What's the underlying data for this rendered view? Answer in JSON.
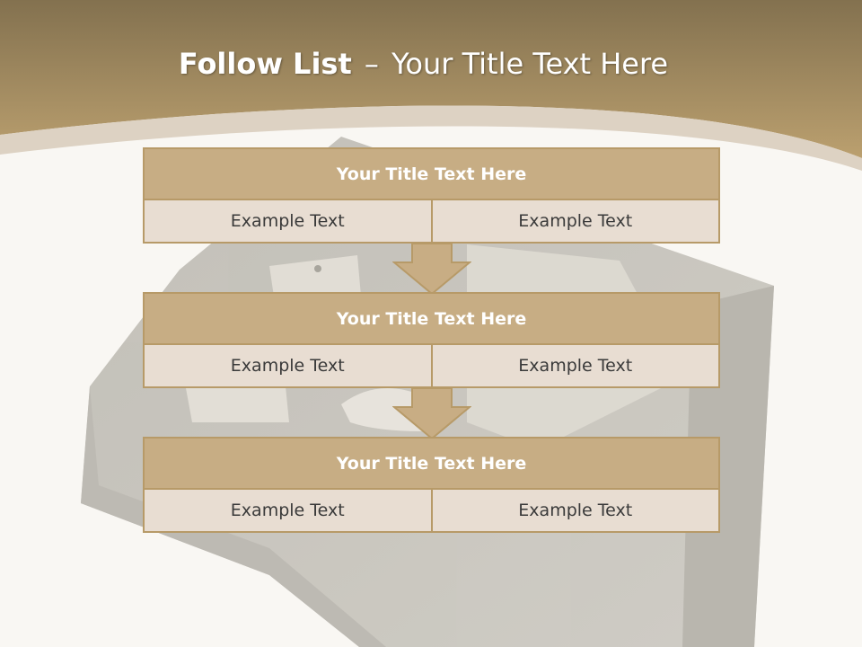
{
  "slide": {
    "title_bold": "Follow List",
    "title_separator": "–",
    "title_rest": "Your Title Text Here"
  },
  "blocks": [
    {
      "title": "Your Title Text Here",
      "cells": [
        "Example Text",
        "Example Text"
      ]
    },
    {
      "title": "Your Title Text Here",
      "cells": [
        "Example Text",
        "Example Text"
      ]
    },
    {
      "title": "Your Title Text Here",
      "cells": [
        "Example Text",
        "Example Text"
      ]
    }
  ],
  "colors": {
    "header_top": "#83714f",
    "header_bottom": "#b89c6a",
    "title_bar": "#c7ad84",
    "border": "#b79a68",
    "cell_fill": "#e8ddd2",
    "arrow_fill": "#c8ad84"
  }
}
